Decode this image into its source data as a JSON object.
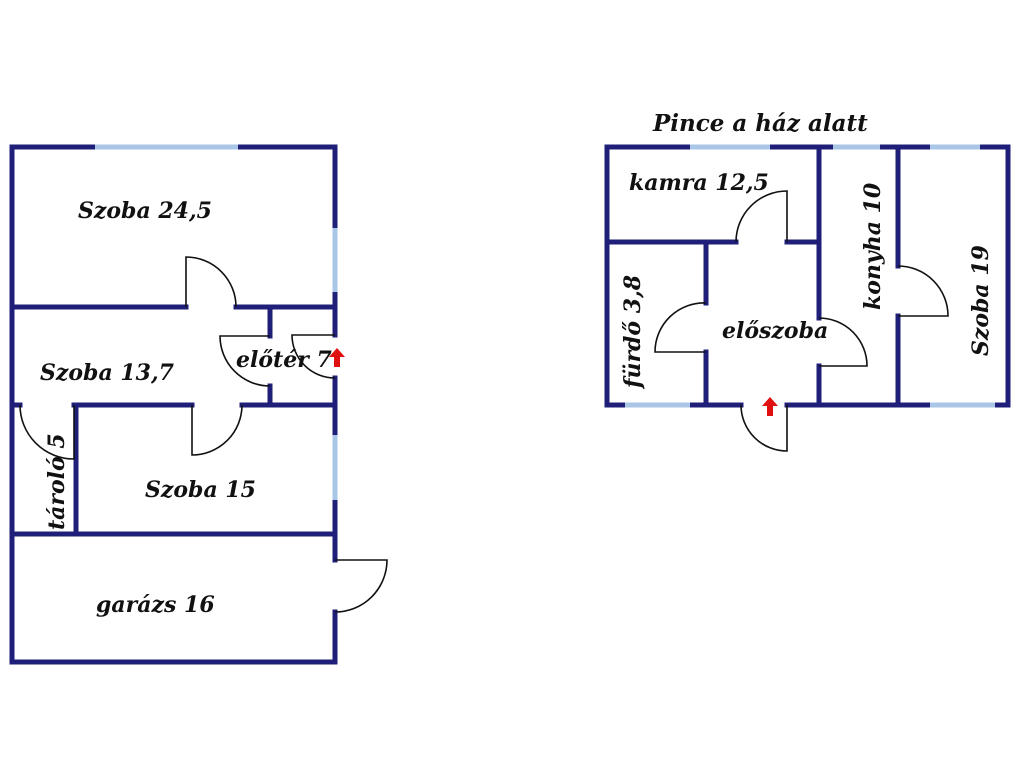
{
  "ground_floor": {
    "rooms": {
      "szoba_1": "Szoba 24,5",
      "szoba_2": "Szoba 13,7",
      "eloter": "előtér 7",
      "szoba_3": "Szoba 15",
      "tarolo": "tároló 5",
      "garazs": "garázs 16"
    },
    "entrance_icon": "entrance-arrow-icon"
  },
  "basement": {
    "title": "Pince a ház alatt",
    "rooms": {
      "kamra": "kamra 12,5",
      "konyha": "konyha 10",
      "szoba": "Szoba 19",
      "furdo": "fürdő 3,8",
      "eloszoba": "előszoba"
    },
    "entrance_icon": "entrance-arrow-icon"
  },
  "colors": {
    "wall": "#1f1f7a",
    "window": "#a9c6e6",
    "door": "#111111",
    "entrance_arrow": "#e01010"
  }
}
